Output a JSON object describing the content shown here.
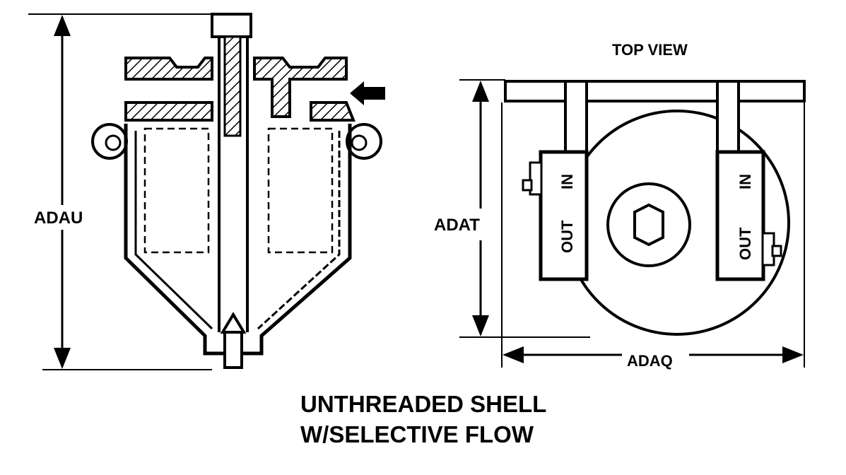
{
  "labels": {
    "top_view": "TOP VIEW",
    "dim_height_left": "ADAU",
    "dim_height_right": "ADAT",
    "dim_width_right": "ADAQ",
    "port_out_left": "OUT",
    "port_in_left": "IN",
    "port_out_right": "OUT",
    "port_in_right": "IN"
  },
  "caption": {
    "line1": "UNTHREADED SHELL",
    "line2": "W/SELECTIVE FLOW"
  }
}
